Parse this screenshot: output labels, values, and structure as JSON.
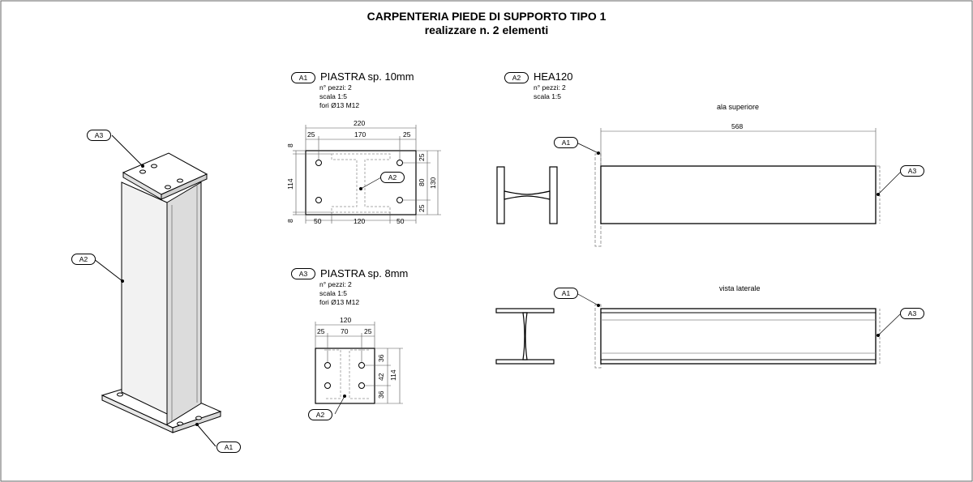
{
  "title": {
    "line1": "CARPENTERIA PIEDE DI SUPPORTO TIPO 1",
    "line2": "realizzare n. 2 elementi"
  },
  "plate_a1": {
    "tag": "A1",
    "heading": "PIASTRA sp. 10mm",
    "pieces": "n° pezzi: 2",
    "scale": "scala 1:5",
    "holes": "fori Ø13 M12",
    "dims": {
      "overall_width": "220",
      "left_offset": "25",
      "hole_span": "170",
      "right_offset": "25",
      "top_edge": "8",
      "height": "114",
      "bottom_edge": "8",
      "right_top": "25",
      "right_mid": "80",
      "right_bottom": "25",
      "right_total": "130",
      "bottom_left": "50",
      "bottom_mid": "120",
      "bottom_right": "50"
    },
    "inner_tag": "A2"
  },
  "plate_a3": {
    "tag": "A3",
    "heading": "PIASTRA sp. 8mm",
    "pieces": "n° pezzi: 2",
    "scale": "scala 1:5",
    "holes": "fori Ø13 M12",
    "dims": {
      "overall_width": "120",
      "left": "25",
      "mid": "70",
      "right": "25",
      "right_top": "36",
      "right_mid": "42",
      "right_bottom": "36",
      "right_total": "114"
    },
    "inner_tag": "A2"
  },
  "beam_a2": {
    "tag": "A2",
    "heading": "HEA120",
    "pieces": "n° pezzi: 2",
    "scale": "scala 1:5",
    "view_top_label": "ala superiore",
    "length": "568",
    "view_side_label": "vista laterale",
    "tag_left_top": "A1",
    "tag_right_top": "A3",
    "tag_left_side": "A1",
    "tag_right_side": "A3"
  },
  "iso": {
    "tag_top": "A3",
    "tag_mid": "A2",
    "tag_bottom": "A1"
  }
}
